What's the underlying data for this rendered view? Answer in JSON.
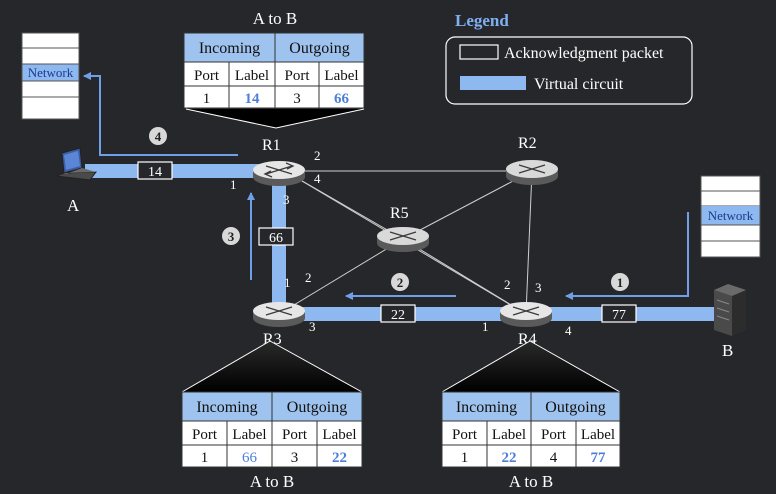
{
  "legend": {
    "title": "Legend",
    "ack_label": "Acknowledgment packet",
    "vc_label": "Virtual circuit"
  },
  "colors": {
    "background": "#26272b",
    "circuit": "#8eb8f0",
    "arrow": "#6f9fe6",
    "table_header": "#9fc3ef",
    "label_value": "#4d7fd6",
    "router_top": "#e6e6e6",
    "text": "#ffffff"
  },
  "hosts": {
    "A": "A",
    "B": "B",
    "network_label": "Network"
  },
  "routers": {
    "r1": "R1",
    "r2": "R2",
    "r3": "R3",
    "r4": "R4",
    "r5": "R5"
  },
  "ports": {
    "r1_a": "1",
    "r1_r2": "2",
    "r1_r5": "4",
    "r1_r3": "3",
    "r3_r1": "1",
    "r3_r5": "2",
    "r3_r4": "3",
    "r4_r3": "1",
    "r4_r5": "2",
    "r4_r2": "3",
    "r4_b": "4"
  },
  "packets": {
    "a_r1": "14",
    "r1_r3": "66",
    "r3_r4": "22",
    "r4_b": "77"
  },
  "steps": {
    "s1": "1",
    "s2": "2",
    "s3": "3",
    "s4": "4"
  },
  "tables": {
    "r1": {
      "title": "A to B",
      "incoming": "Incoming",
      "outgoing": "Outgoing",
      "cols": [
        "Port",
        "Label",
        "Port",
        "Label"
      ],
      "values": [
        "1",
        "14",
        "3",
        "66"
      ]
    },
    "r3": {
      "title": "A to B",
      "incoming": "Incoming",
      "outgoing": "Outgoing",
      "cols": [
        "Port",
        "Label",
        "Port",
        "Label"
      ],
      "values": [
        "1",
        "66",
        "3",
        "22"
      ]
    },
    "r4": {
      "title": "A to B",
      "incoming": "Incoming",
      "outgoing": "Outgoing",
      "cols": [
        "Port",
        "Label",
        "Port",
        "Label"
      ],
      "values": [
        "1",
        "22",
        "4",
        "77"
      ]
    }
  }
}
